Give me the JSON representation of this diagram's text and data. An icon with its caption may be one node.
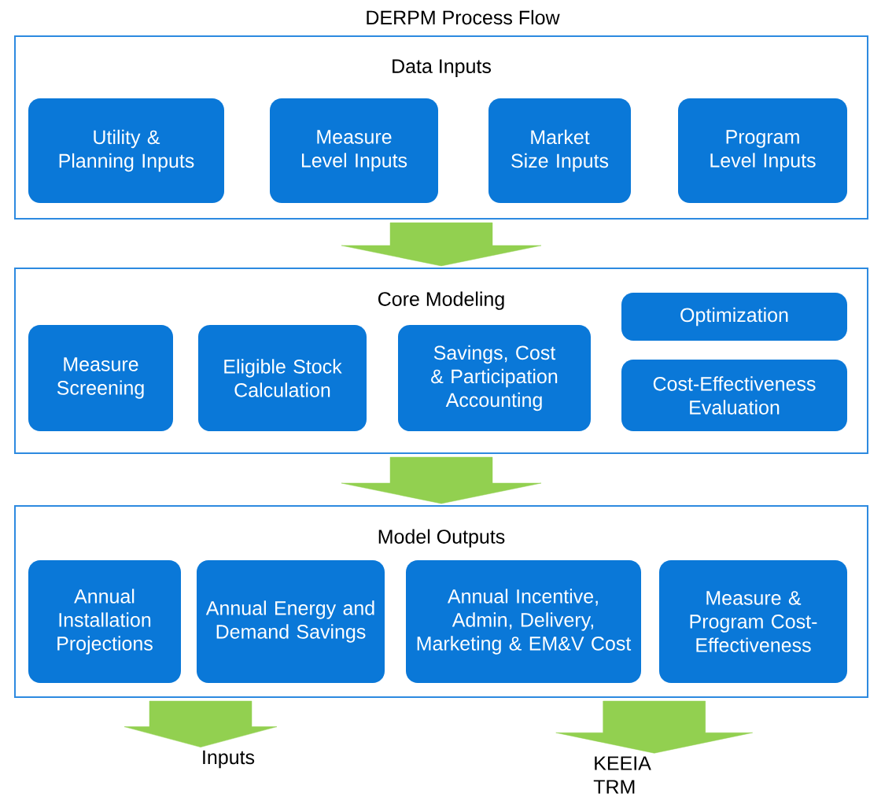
{
  "diagram": {
    "title": "DERPM Process Flow",
    "nodes": [
      {
        "text": [
          "Data Inputs"
        ]
      },
      {
        "text": [
          "Utility & Planning Inputs"
        ],
        "in": 0
      },
      {
        "text": [
          "Measure Level Inputs"
        ],
        "in": 0
      },
      {
        "text": [
          "Market Size Inputs"
        ],
        "in": 0
      },
      {
        "text": [
          "Program Level Inputs"
        ],
        "in": 0
      },
      {
        "text": [
          "Core Modeling"
        ]
      },
      {
        "text": [
          "Measure Screening"
        ],
        "in": 5
      },
      {
        "text": [
          "Eligible Stock Calculation"
        ],
        "in": 5
      },
      {
        "text": [
          "Savings, Cost & Participation Accounting"
        ],
        "in": 5
      },
      {
        "text": [
          "Optimization"
        ],
        "in": 5
      },
      {
        "text": [
          "Cost-Effectiveness Evaluation"
        ],
        "in": 5
      },
      {
        "text": [
          "Model Outputs"
        ]
      },
      {
        "text": [
          "Annual Installation Projections"
        ],
        "in": 11
      },
      {
        "text": [
          "Annual Energy and Demand Savings"
        ],
        "in": 11
      },
      {
        "text": [
          "Annual Incentive, Admin, Delivery, Marketing & EM&V Cost"
        ],
        "in": 11
      },
      {
        "text": [
          "Measure & Program Cost-Effectiveness"
        ],
        "in": 11
      },
      {
        "text": [
          "Inputs"
        ]
      },
      {
        "text": [
          "KEEIA TRM"
        ]
      }
    ],
    "edges": [
      {
        "from": 0,
        "to": 5,
        "arrow": "to"
      },
      {
        "from": 5,
        "to": 11,
        "arrow": "to"
      },
      {
        "from": 11,
        "to": 16,
        "arrow": "to"
      },
      {
        "from": 11,
        "to": 17,
        "arrow": "to"
      }
    ]
  }
}
